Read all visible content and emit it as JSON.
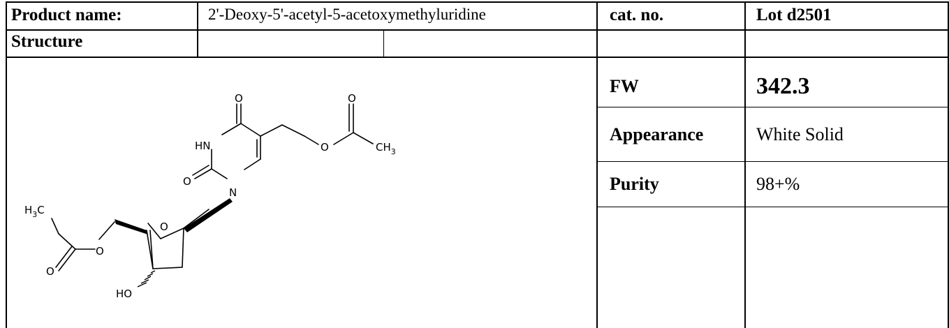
{
  "header": {
    "product_name_label": "Product name:",
    "product_name_value": "2'-Deoxy-5'-acetyl-5-acetoxymethyluridine",
    "cat_no_label": "cat. no.",
    "lot_value": "Lot d2501"
  },
  "structure_label": "Structure",
  "properties": {
    "fw_label": "FW",
    "fw_value": "342.3",
    "appearance_label": "Appearance",
    "appearance_value": "White Solid",
    "purity_label": "Purity",
    "purity_value": "98+%"
  },
  "structure_atoms": {
    "o_top1": "O",
    "o_top2": "O",
    "hn": "HN",
    "ch3_right": "CH",
    "ch3_right_sub": "3",
    "o_ester": "O",
    "o_carbonyl_left": "O",
    "n": "N",
    "h3c": "H",
    "h3c_sub": "3",
    "h3c_c": "C",
    "o_ring": "O",
    "o_acetyl": "O",
    "o_acetyl_dbl": "O",
    "ho": "HO"
  }
}
